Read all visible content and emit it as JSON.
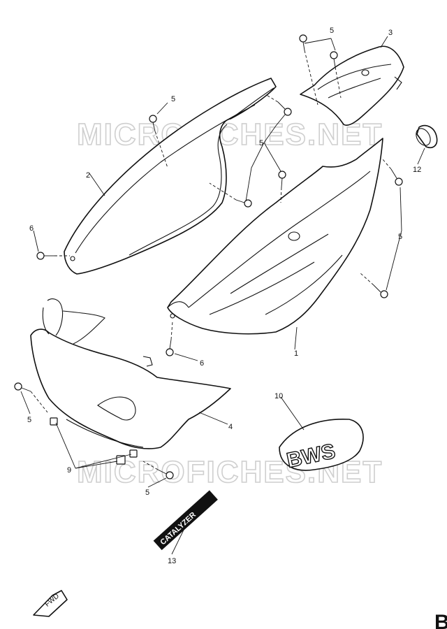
{
  "watermark": "MICROFICHES.NET",
  "callouts": {
    "c1": "1",
    "c2": "2",
    "c3": "3",
    "c4": "4",
    "c5a": "5",
    "c5b": "5",
    "c5c": "5",
    "c5d": "5",
    "c5e": "5",
    "c5f": "5",
    "c6a": "6",
    "c6b": "6",
    "c9": "9",
    "c10": "10",
    "c12": "12",
    "c13": "13"
  },
  "decals": {
    "bws": "BWS",
    "catalyzer": "CATALYZER",
    "fwd": "FWD"
  },
  "corner_text": "B"
}
